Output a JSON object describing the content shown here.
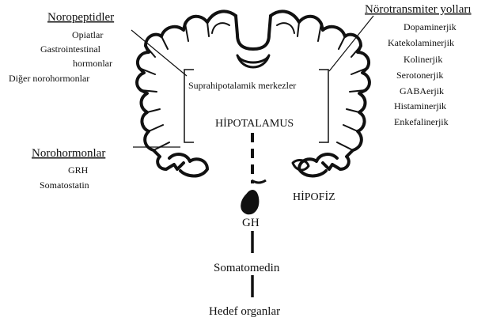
{
  "left_groups": {
    "neuropeptides": {
      "title": "Noropeptidler",
      "items": [
        "Opiatlar",
        "Gastrointestinal",
        "hormonlar",
        "Diğer norohormonlar"
      ]
    },
    "neurohormones": {
      "title": "Norohormonlar",
      "items": [
        "GRH",
        "Somatostatin"
      ]
    }
  },
  "right_group": {
    "title": "Nörotransmiter yolları",
    "items": [
      "Dopaminerjik",
      "Katekolaminerjik",
      "Kolinerjik",
      "Serotonerjik",
      "GABAerjik",
      "Histaminerjik",
      "Enkefalinerjik"
    ]
  },
  "brain": {
    "suprahypothalamic": "Suprahipotalamik merkezler",
    "hypothalamus": "HİPOTALAMUS",
    "pituitary": "HİPOFİZ"
  },
  "flow": [
    "GH",
    "Somatomedin",
    "Hedef organlar"
  ]
}
